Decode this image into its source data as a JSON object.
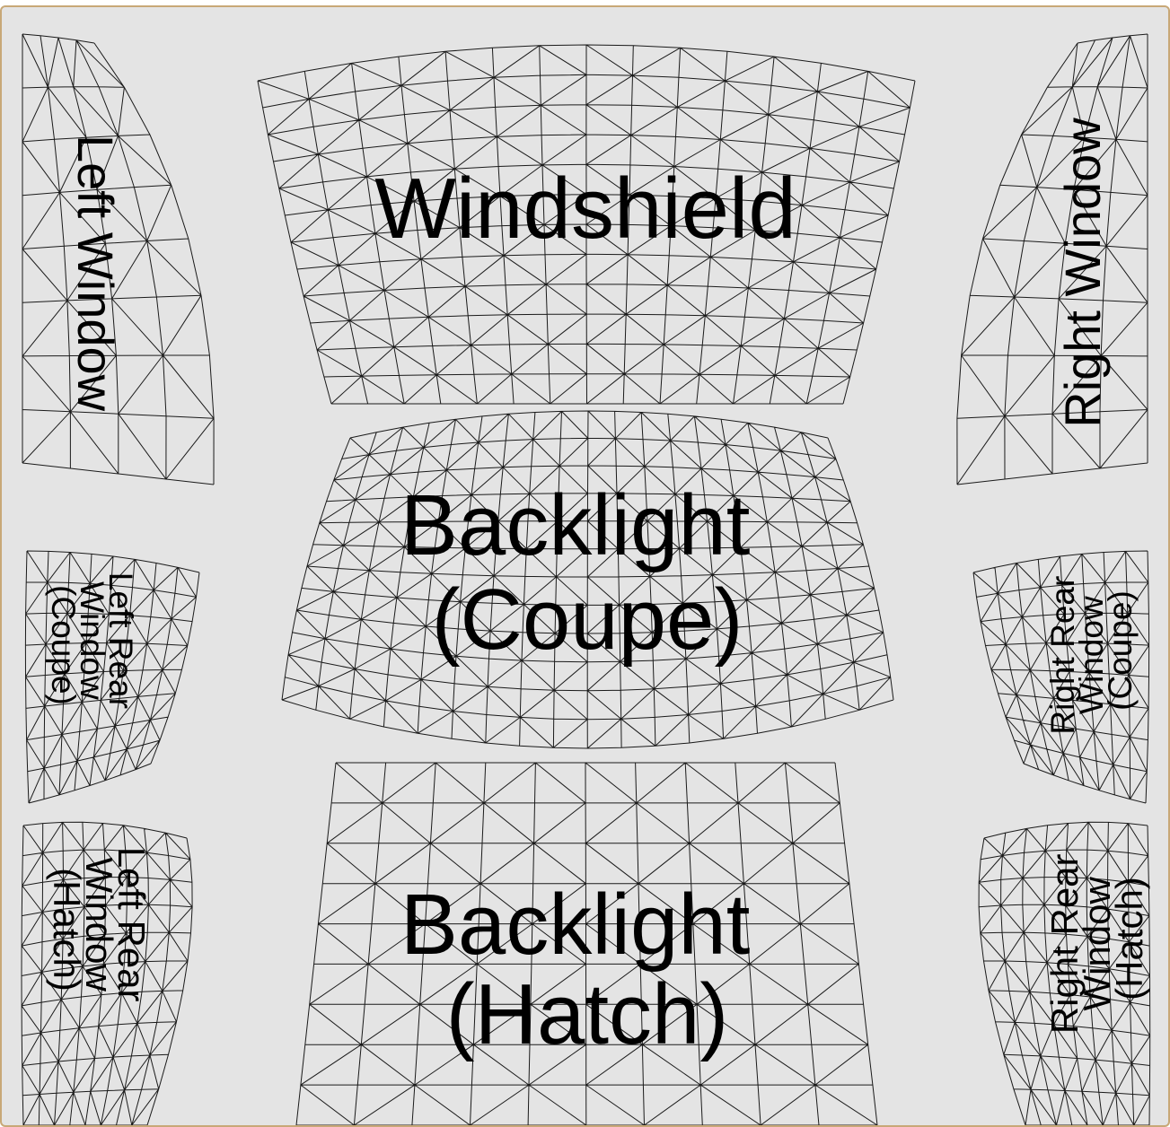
{
  "diagram": {
    "panels": [
      {
        "id": "windshield",
        "lines": [
          "Windshield"
        ]
      },
      {
        "id": "backlight-coupe",
        "lines": [
          "Backlight",
          "(Coupe)"
        ]
      },
      {
        "id": "backlight-hatch",
        "lines": [
          "Backlight",
          "(Hatch)"
        ]
      },
      {
        "id": "left-window",
        "lines": [
          "Left Window"
        ]
      },
      {
        "id": "right-window",
        "lines": [
          "Right Window"
        ]
      },
      {
        "id": "left-rear-window-coupe",
        "lines": [
          "Left Rear",
          "Window",
          "(Coupe)"
        ]
      },
      {
        "id": "right-rear-window-coupe",
        "lines": [
          "Right Rear",
          "Window",
          "(Coupe)"
        ]
      },
      {
        "id": "left-rear-window-hatch",
        "lines": [
          "Left Rear",
          "Window",
          "(Hatch)"
        ]
      },
      {
        "id": "right-rear-window-hatch",
        "lines": [
          "Right Rear",
          "Window",
          "(Hatch)"
        ]
      }
    ],
    "colors": {
      "background": "#e4e4e4",
      "frame_border": "#c8a877",
      "mesh_line": "#1a1a1a",
      "label": "#000000"
    }
  }
}
